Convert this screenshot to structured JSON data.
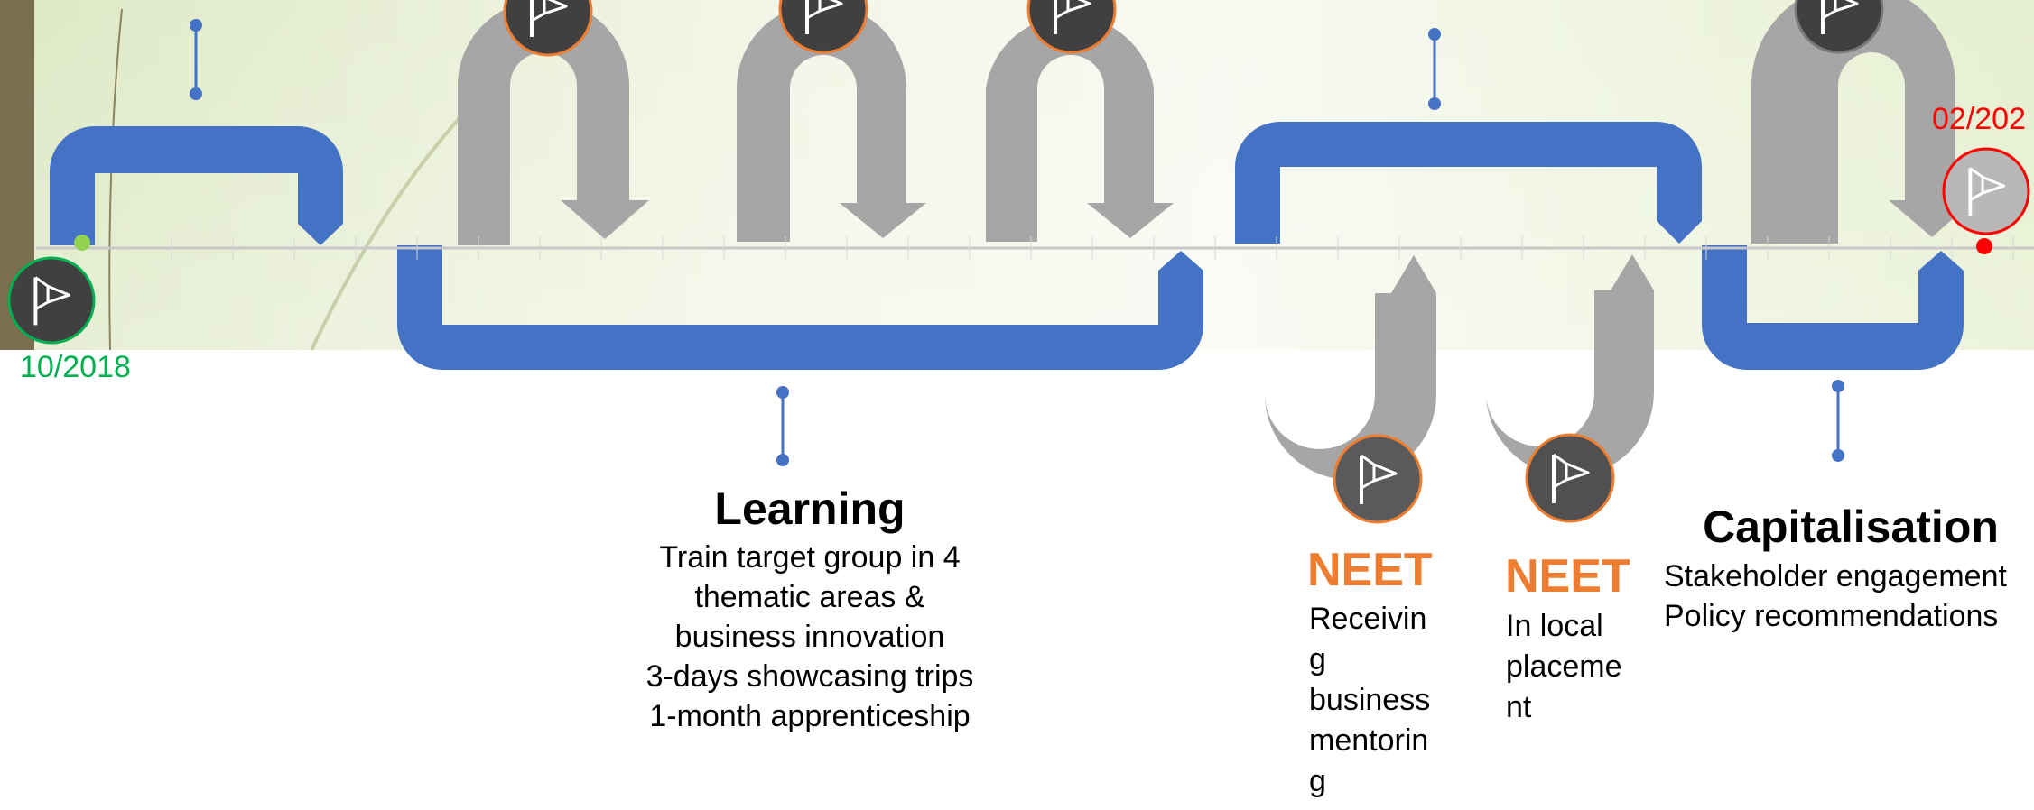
{
  "colors": {
    "blue": "#4472C4",
    "gray": "#A6A6A6",
    "orange": "#ED7D31",
    "green": "#00B050",
    "red": "#FF0000",
    "dark": "#404040"
  },
  "timeline": {
    "start_label": "10/2018",
    "end_label": "02/202"
  },
  "phases": {
    "learning": {
      "title": "Learning",
      "description": "Train target group in 4\nthematic areas &\nbusiness innovation\n3-days showcasing trips\n1-month apprenticeship"
    },
    "neet_1": {
      "title": "NEET",
      "description": "Receivin\ng\nbusiness\nmentorin\ng"
    },
    "neet_2": {
      "title": "NEET",
      "description": "In local\nplaceme\nnt"
    },
    "capitalisation": {
      "title": "Capitalisation",
      "description": "Stakeholder engagement\nPolicy recommendations"
    }
  },
  "icons": {
    "milestone": "flag-icon"
  }
}
